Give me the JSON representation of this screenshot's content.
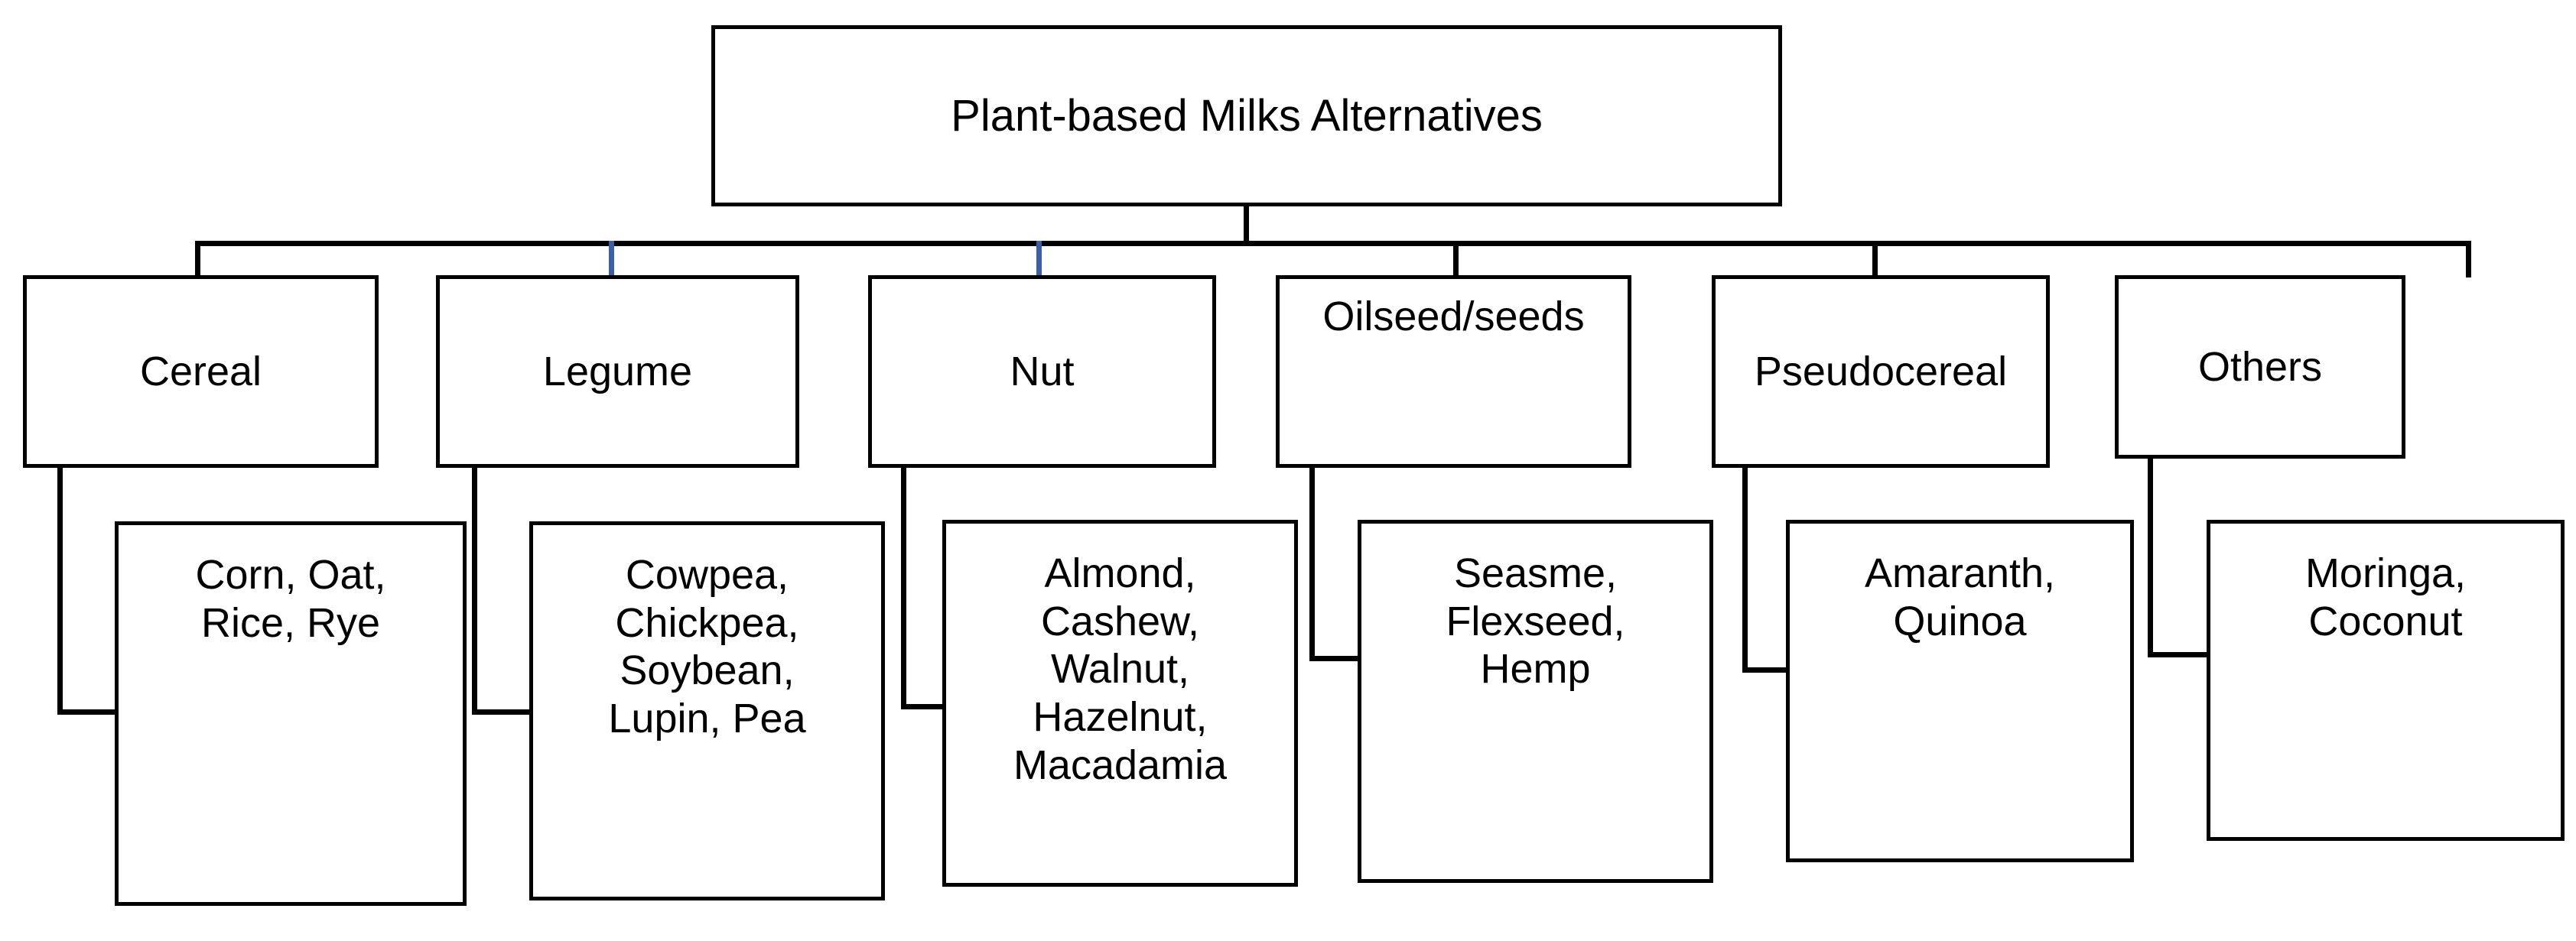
{
  "diagram": {
    "title": "Plant-based Milks Alternatives",
    "type": "hierarchy-tree",
    "root": {
      "label": "Plant-based Milks Alternatives"
    },
    "categories": [
      {
        "label": "Cereal",
        "connector_color": "#000000"
      },
      {
        "label": "Legume",
        "connector_color": "#3b5ea6"
      },
      {
        "label": "Nut",
        "connector_color": "#3b5ea6"
      },
      {
        "label": "Oilseed/seeds",
        "connector_color": "#000000"
      },
      {
        "label": "Pseudocereal",
        "connector_color": "#000000"
      },
      {
        "label": "Others",
        "connector_color": "#000000"
      }
    ],
    "leaves": [
      {
        "label": "Corn, Oat,\nRice, Rye"
      },
      {
        "label": "Cowpea,\nChickpea,\nSoybean,\nLupin, Pea"
      },
      {
        "label": "Almond,\nCashew,\nWalnut,\nHazelnut,\nMacadamia"
      },
      {
        "label": "Seasme,\nFlexseed,\nHemp"
      },
      {
        "label": "Amaranth,\nQuinoa"
      },
      {
        "label": "Moringa,\nCoconut"
      }
    ],
    "colors": {
      "line": "#000000",
      "accent": "#3b5ea6",
      "background": "#ffffff",
      "text": "#000000"
    }
  }
}
